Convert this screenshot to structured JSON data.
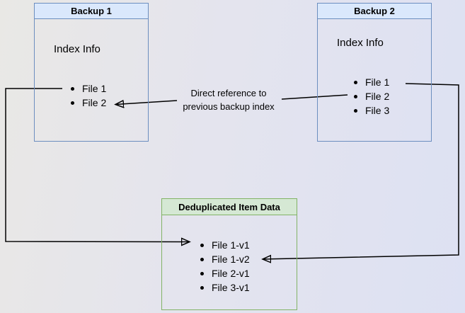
{
  "colors": {
    "line": "#000000",
    "text": "#000000",
    "blue-border": "#6c8ebf",
    "blue-fill": "#dae8fc",
    "green-border": "#82b366",
    "green-fill": "#d5e8d4",
    "bg-from": "#e9e8e5",
    "bg-to": "#dde1f3"
  },
  "boxes": {
    "backup1": {
      "title": "Backup 1",
      "subtitle": "Index Info",
      "items": [
        "File 1",
        "File 2"
      ]
    },
    "backup2": {
      "title": "Backup 2",
      "subtitle": "Index Info",
      "items": [
        "File 1",
        "File 2",
        "File 3"
      ]
    },
    "dedup": {
      "title": "Deduplicated Item Data",
      "items": [
        "File 1-v1",
        "File 1-v2",
        "File 2-v1",
        "File 3-v1"
      ]
    }
  },
  "annotations": {
    "direct_reference": {
      "line1": "Direct reference to",
      "line2": "previous backup index"
    }
  },
  "arrows": [
    {
      "from": "Backup 1 / File 1",
      "to": "Deduplicated Item Data / File 1-v1"
    },
    {
      "from": "Backup 2 / File 1",
      "to": "Deduplicated Item Data / File 1-v2"
    },
    {
      "from": "Backup 2 / File 2",
      "to": "Backup 1 / File 2",
      "label": "Direct reference to previous backup index"
    }
  ]
}
